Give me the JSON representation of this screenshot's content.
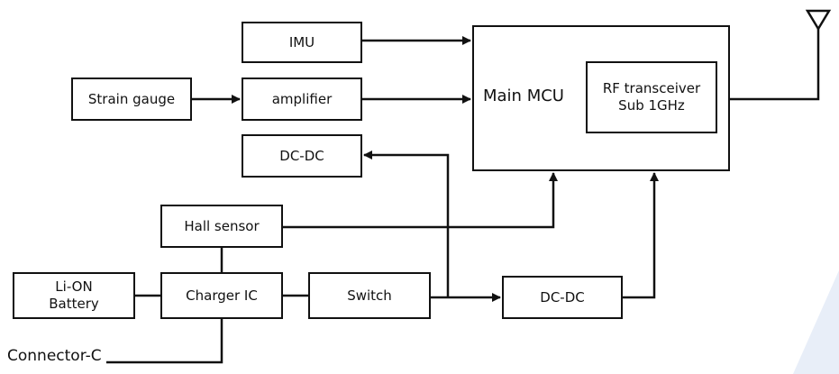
{
  "blocks": {
    "imu": "IMU",
    "strain_gauge": "Strain gauge",
    "amplifier": "amplifier",
    "dcdc_top": "DC-DC",
    "main_mcu": "Main MCU",
    "rf": "RF transceiver\nSub 1GHz",
    "hall_sensor": "Hall sensor",
    "battery": "Li-ON\nBattery",
    "charger": "Charger IC",
    "switch": "Switch",
    "dcdc_bottom": "DC-DC"
  },
  "connector": "Connector-C",
  "colors": {
    "line": "#111111",
    "accent": "#e8eef8"
  },
  "icons": {
    "antenna": "antenna-icon"
  }
}
